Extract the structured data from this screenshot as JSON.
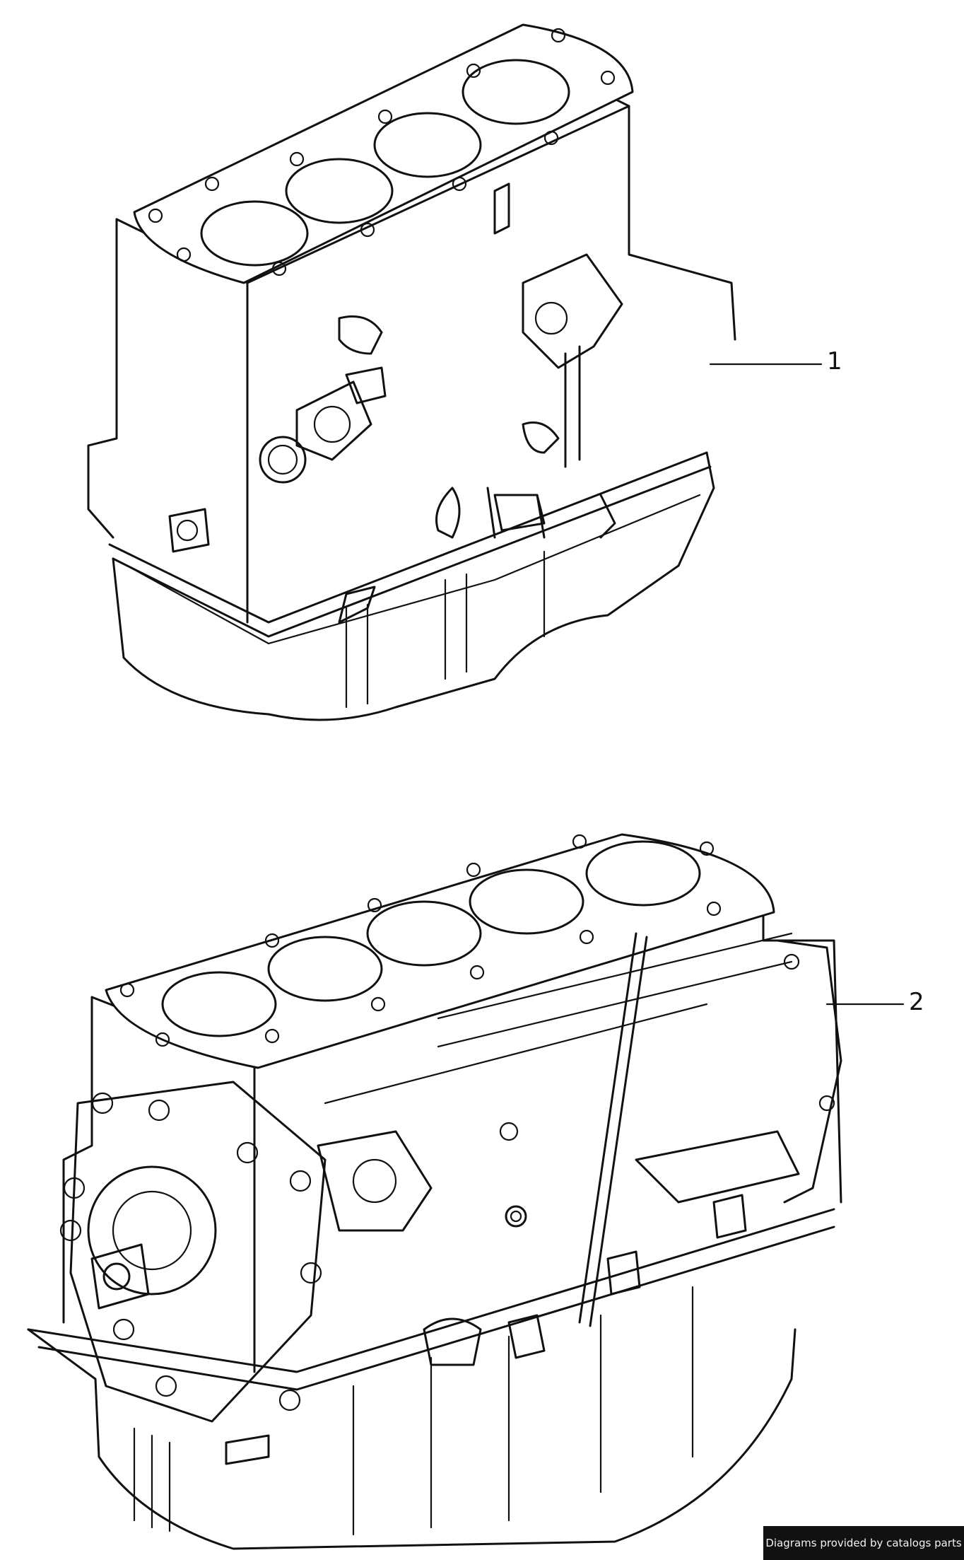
{
  "callouts": [
    {
      "id": "1",
      "label": "1"
    },
    {
      "id": "2",
      "label": "2"
    }
  ],
  "footer": {
    "credit": "Diagrams provided by catalogs parts"
  }
}
